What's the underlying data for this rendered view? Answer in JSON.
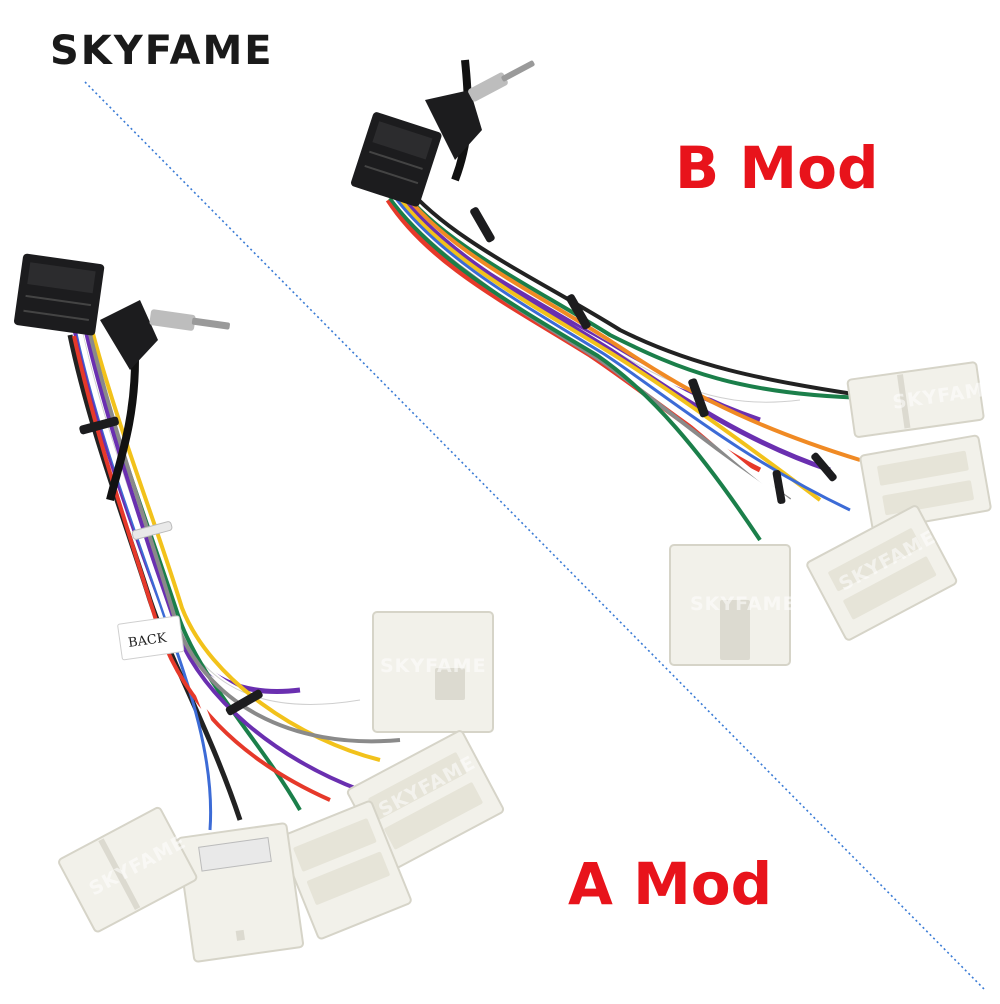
{
  "brand": {
    "name": "SKYFAME"
  },
  "labels": {
    "b_mod": "B Mod",
    "a_mod": "A Mod",
    "color": "#e8131b"
  },
  "tag": {
    "text": "BACK"
  },
  "watermark": {
    "text": "SKYFAME"
  },
  "colors": {
    "divider": "#3a7bd5",
    "connector_white": "#f2f1ea",
    "connector_black": "#1c1c1e",
    "wires": [
      "#6a2fb0",
      "#ffffff",
      "#1b7f4a",
      "#e6392a",
      "#f2c21b",
      "#222222",
      "#8a8a8a",
      "#3c6bd6",
      "#f08a24"
    ]
  }
}
